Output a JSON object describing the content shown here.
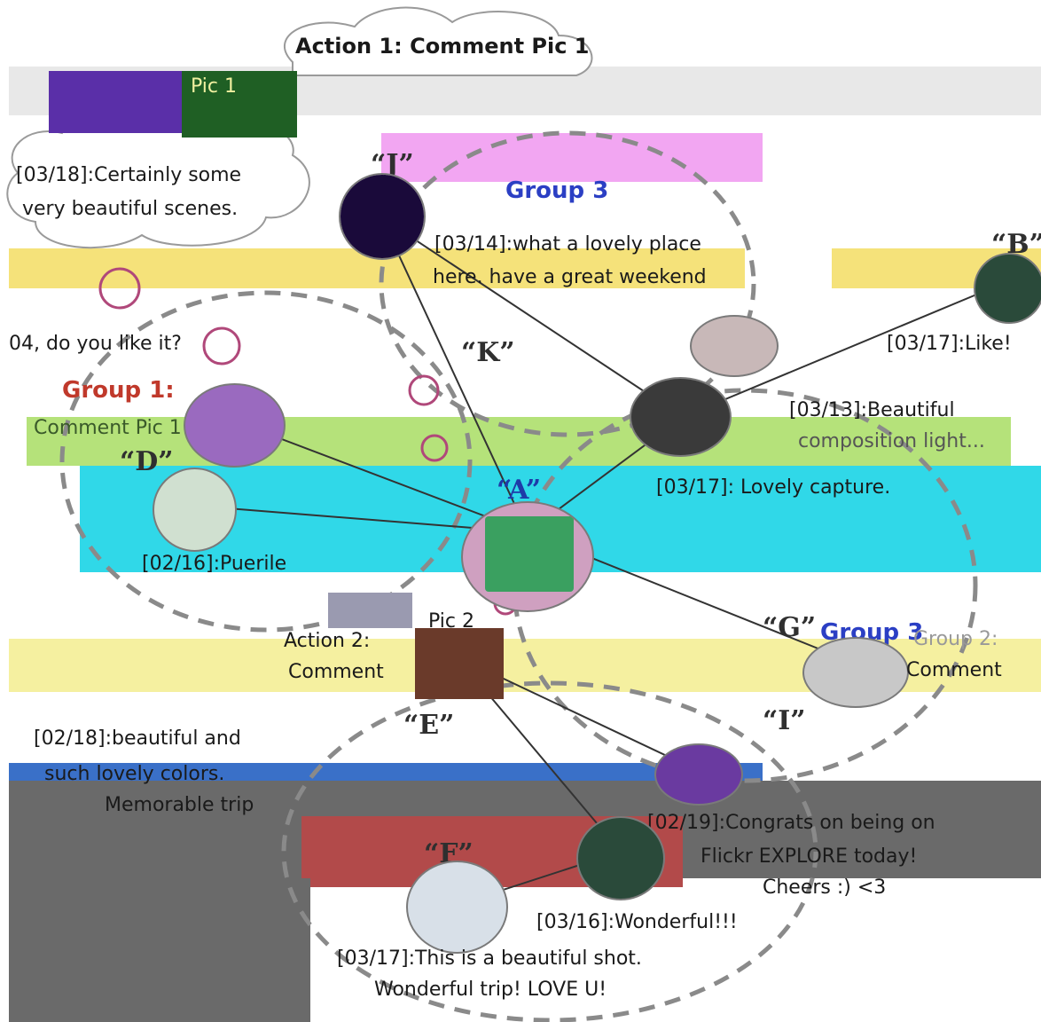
{
  "title": "Action 1: Comment Pic 1",
  "pic1_label": "Pic 1",
  "pic2_label": "Pic 2",
  "action2_label_line1": "Action 2:",
  "action2_label_line2": "Comment",
  "groups": {
    "group1_line1": "Group 1:",
    "group1_line2": "Comment Pic 1",
    "group2_line1": "Group 2:",
    "group2_line2": "Comment",
    "group3": "Group 3",
    "group3_alt": "Group 3"
  },
  "nodes": {
    "A": "“A”",
    "B": "“B”",
    "D": "“D”",
    "E": "“E”",
    "F": "“F”",
    "G": "“G”",
    "I": "“I”",
    "J": "“J”",
    "K": "“K”"
  },
  "comments": {
    "c1_line1": "[03/18]:Certainly some",
    "c1_line2": "very beautiful scenes.",
    "c2_line1": "[03/14]:what a lovely place",
    "c2_line2": "here. have a great weekend",
    "c3": "[03/17]:Like!",
    "c4": "04, do you like it?",
    "c5_line1": "[03/13]:Beautiful",
    "c5_line2": "composition light...",
    "c6": "[03/17]: Lovely capture.",
    "c7": "[02/16]:Puerile",
    "c8_line1": "[02/18]:beautiful and",
    "c8_line2": "such lovely colors.",
    "c9": "Memorable trip",
    "c10_line1": "[02/19]:Congrats on being on",
    "c10_line2": "Flickr EXPLORE today!",
    "c10_line3": "Cheers :) <3",
    "c11": "[03/16]:Wonderful!!!",
    "c12_line1": "[03/17]:This is a beautiful shot.",
    "c12_line2": "Wonderful trip! LOVE U!"
  },
  "colors": {
    "group1": "#c0392b",
    "group2": "#2b3fc4",
    "group3": "#2b3fc4",
    "dashed": "#8a8a8a"
  }
}
